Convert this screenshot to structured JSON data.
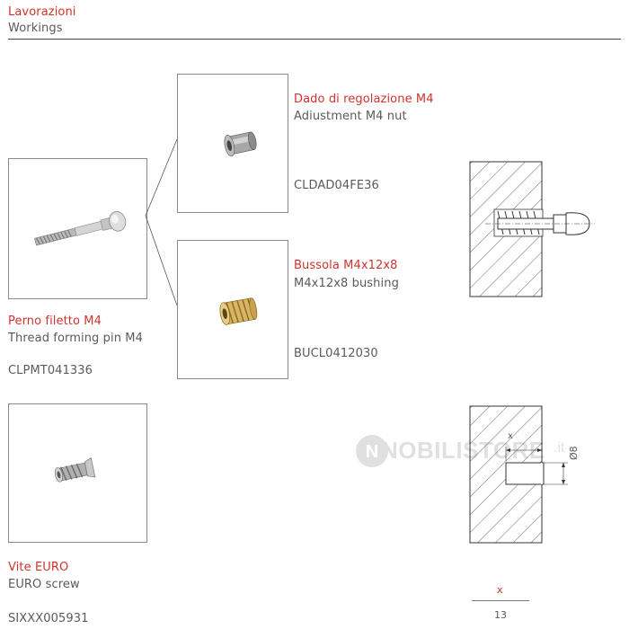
{
  "header": {
    "title": "Lavorazioni",
    "subtitle": "Workings"
  },
  "products": {
    "pin": {
      "name_it": "Perno filetto M4",
      "name_en": "Thread forming pin M4",
      "code": "CLPMT041336"
    },
    "nut": {
      "name_it": "Dado di regolazione M4",
      "name_en": "Adiustment M4 nut",
      "code": "CLDAD04FE36"
    },
    "bushing": {
      "name_it": "Bussola M4x12x8",
      "name_en": "M4x12x8 bushing",
      "code": "BUCL0412030"
    },
    "screw": {
      "name_it": "Vite EURO",
      "name_en": "EURO screw",
      "code": "SIXXX005931"
    }
  },
  "drilling": {
    "diameter_label": "Ø8",
    "depth_var": "x",
    "depth_label": "x",
    "depth_value": "13"
  },
  "watermark": {
    "text": "NOBILISTORE",
    "suffix": ".it"
  },
  "colors": {
    "accent_red": "#d0332c",
    "text_grey": "#5a5a5a",
    "frame_grey": "#8a8a8a"
  }
}
